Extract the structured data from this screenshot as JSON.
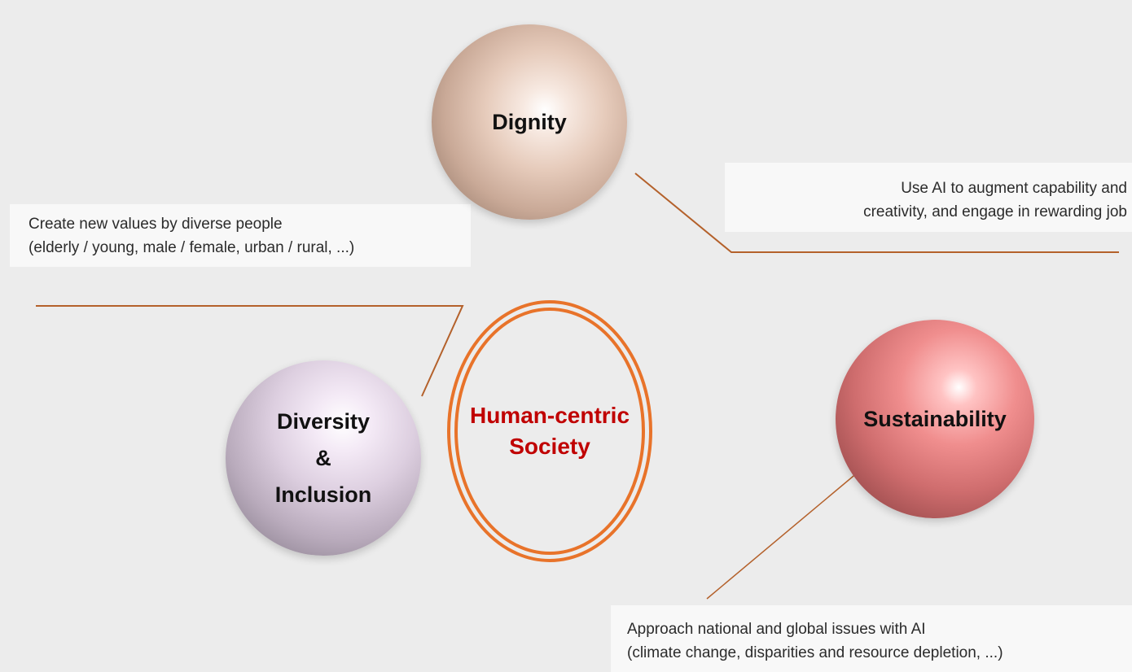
{
  "center": {
    "line1": "Human-centric",
    "line2": "Society"
  },
  "spheres": {
    "dignity": "Dignity",
    "diversity": {
      "line1": "Diversity",
      "line2": "&",
      "line3": "Inclusion"
    },
    "sustainability": "Sustainability"
  },
  "notes": {
    "dignity": {
      "line1": "Use AI to augment capability and",
      "line2": "creativity, and engage in rewarding job"
    },
    "diversity": {
      "line1": "Create new values by diverse people",
      "line2": "(elderly / young, male / female, urban / rural, ...)"
    },
    "sustainability": {
      "line1": "Approach national and global issues with AI",
      "line2": "(climate change, disparities and resource depletion, ...)"
    }
  },
  "colors": {
    "background": "#ececec",
    "ring": "#e8732a",
    "connector": "#b4612b",
    "center_text": "#c00000"
  }
}
